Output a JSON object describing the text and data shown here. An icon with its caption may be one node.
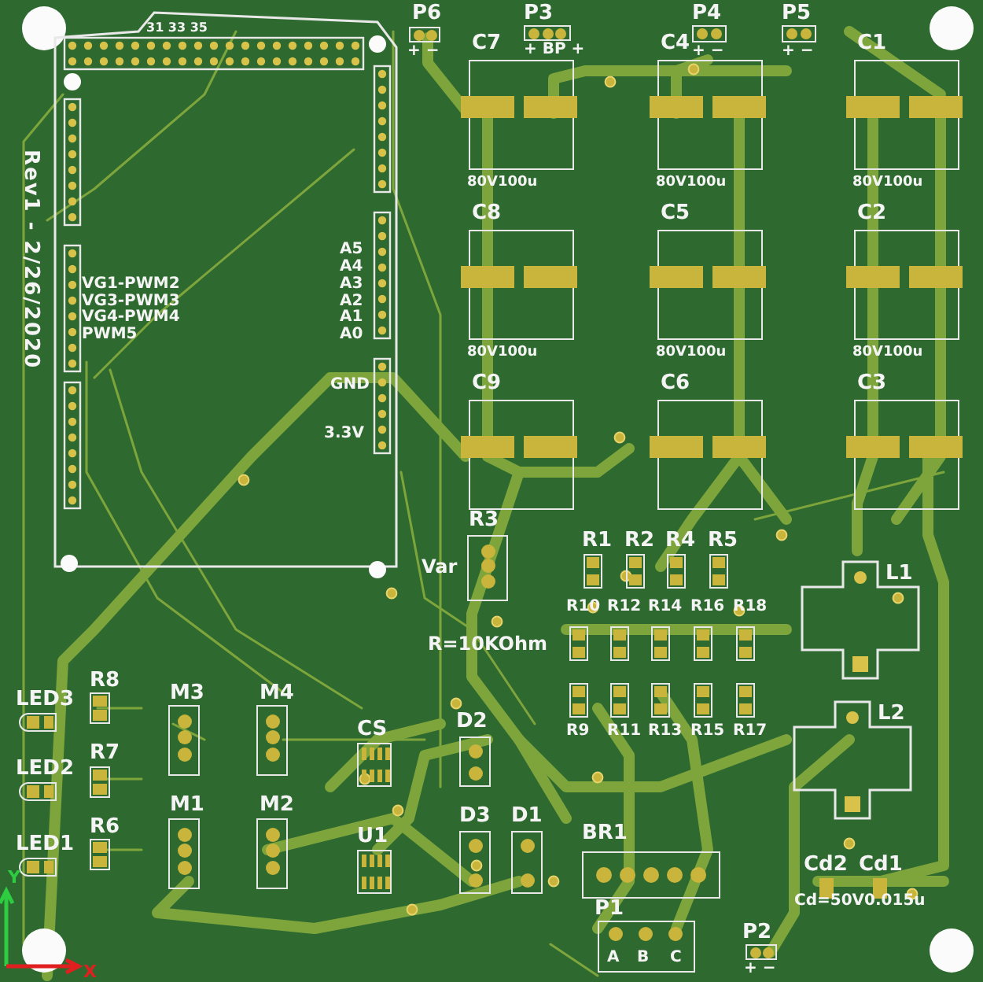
{
  "diagram": {
    "nodes": [
      {
        "text": [
          "P6",
          "+ −"
        ]
      },
      {
        "text": [
          "P3",
          "+ BP +"
        ]
      },
      {
        "text": [
          "P4",
          "+ −"
        ]
      },
      {
        "text": [
          "P5",
          "+ −"
        ]
      },
      {
        "text": [
          "C7",
          "80V100u"
        ]
      },
      {
        "text": [
          "C4",
          "80V100u"
        ]
      },
      {
        "text": [
          "C1",
          "80V100u"
        ]
      },
      {
        "text": [
          "C8",
          "80V100u"
        ]
      },
      {
        "text": [
          "C5",
          "80V100u"
        ]
      },
      {
        "text": [
          "C2",
          "80V100u"
        ]
      },
      {
        "text": [
          "C9"
        ]
      },
      {
        "text": [
          "C6"
        ]
      },
      {
        "text": [
          "C3"
        ]
      },
      {
        "text": [
          "R3"
        ],
        "beside": [
          "Var"
        ]
      },
      {
        "text": [
          "R1"
        ]
      },
      {
        "text": [
          "R2"
        ]
      },
      {
        "text": [
          "R4"
        ]
      },
      {
        "text": [
          "R5"
        ]
      },
      {
        "text": [
          "L1"
        ]
      },
      {
        "text": [
          "R10"
        ]
      },
      {
        "text": [
          "R12"
        ]
      },
      {
        "text": [
          "R14"
        ]
      },
      {
        "text": [
          "R16"
        ]
      },
      {
        "text": [
          "R18"
        ]
      },
      {
        "text": [
          "R9"
        ]
      },
      {
        "text": [
          "R11"
        ]
      },
      {
        "text": [
          "R13"
        ]
      },
      {
        "text": [
          "R15"
        ]
      },
      {
        "text": [
          "R17"
        ]
      },
      {
        "text": [
          "L2"
        ]
      },
      {
        "text": [
          "R8"
        ]
      },
      {
        "text": [
          "LED3"
        ]
      },
      {
        "text": [
          "M3"
        ]
      },
      {
        "text": [
          "M4"
        ]
      },
      {
        "text": [
          "CS"
        ]
      },
      {
        "text": [
          "D2"
        ]
      },
      {
        "text": [
          "R7"
        ]
      },
      {
        "text": [
          "LED2"
        ]
      },
      {
        "text": [
          "M1"
        ]
      },
      {
        "text": [
          "M2"
        ]
      },
      {
        "text": [
          "R6"
        ]
      },
      {
        "text": [
          "LED1"
        ]
      },
      {
        "text": [
          "U1"
        ]
      },
      {
        "text": [
          "D3"
        ]
      },
      {
        "text": [
          "D1"
        ]
      },
      {
        "text": [
          "BR1"
        ]
      },
      {
        "text": [
          "Cd2"
        ]
      },
      {
        "text": [
          "Cd1"
        ]
      },
      {
        "text": [
          "P1",
          "A",
          "B",
          "C"
        ]
      },
      {
        "text": [
          "P2",
          "+ −"
        ]
      }
    ],
    "labels": [
      "31 33 35",
      "Rev1 - 2/26/2020",
      "VG1-PWM2",
      "VG3-PWM3",
      "VG4-PWM4",
      "PWM5",
      "A5",
      "A4",
      "A3",
      "A2",
      "A1",
      "A0",
      "GND",
      "3.3V",
      "R=10KOhm",
      "Cd=50V0.015u",
      "Y",
      "X"
    ]
  }
}
